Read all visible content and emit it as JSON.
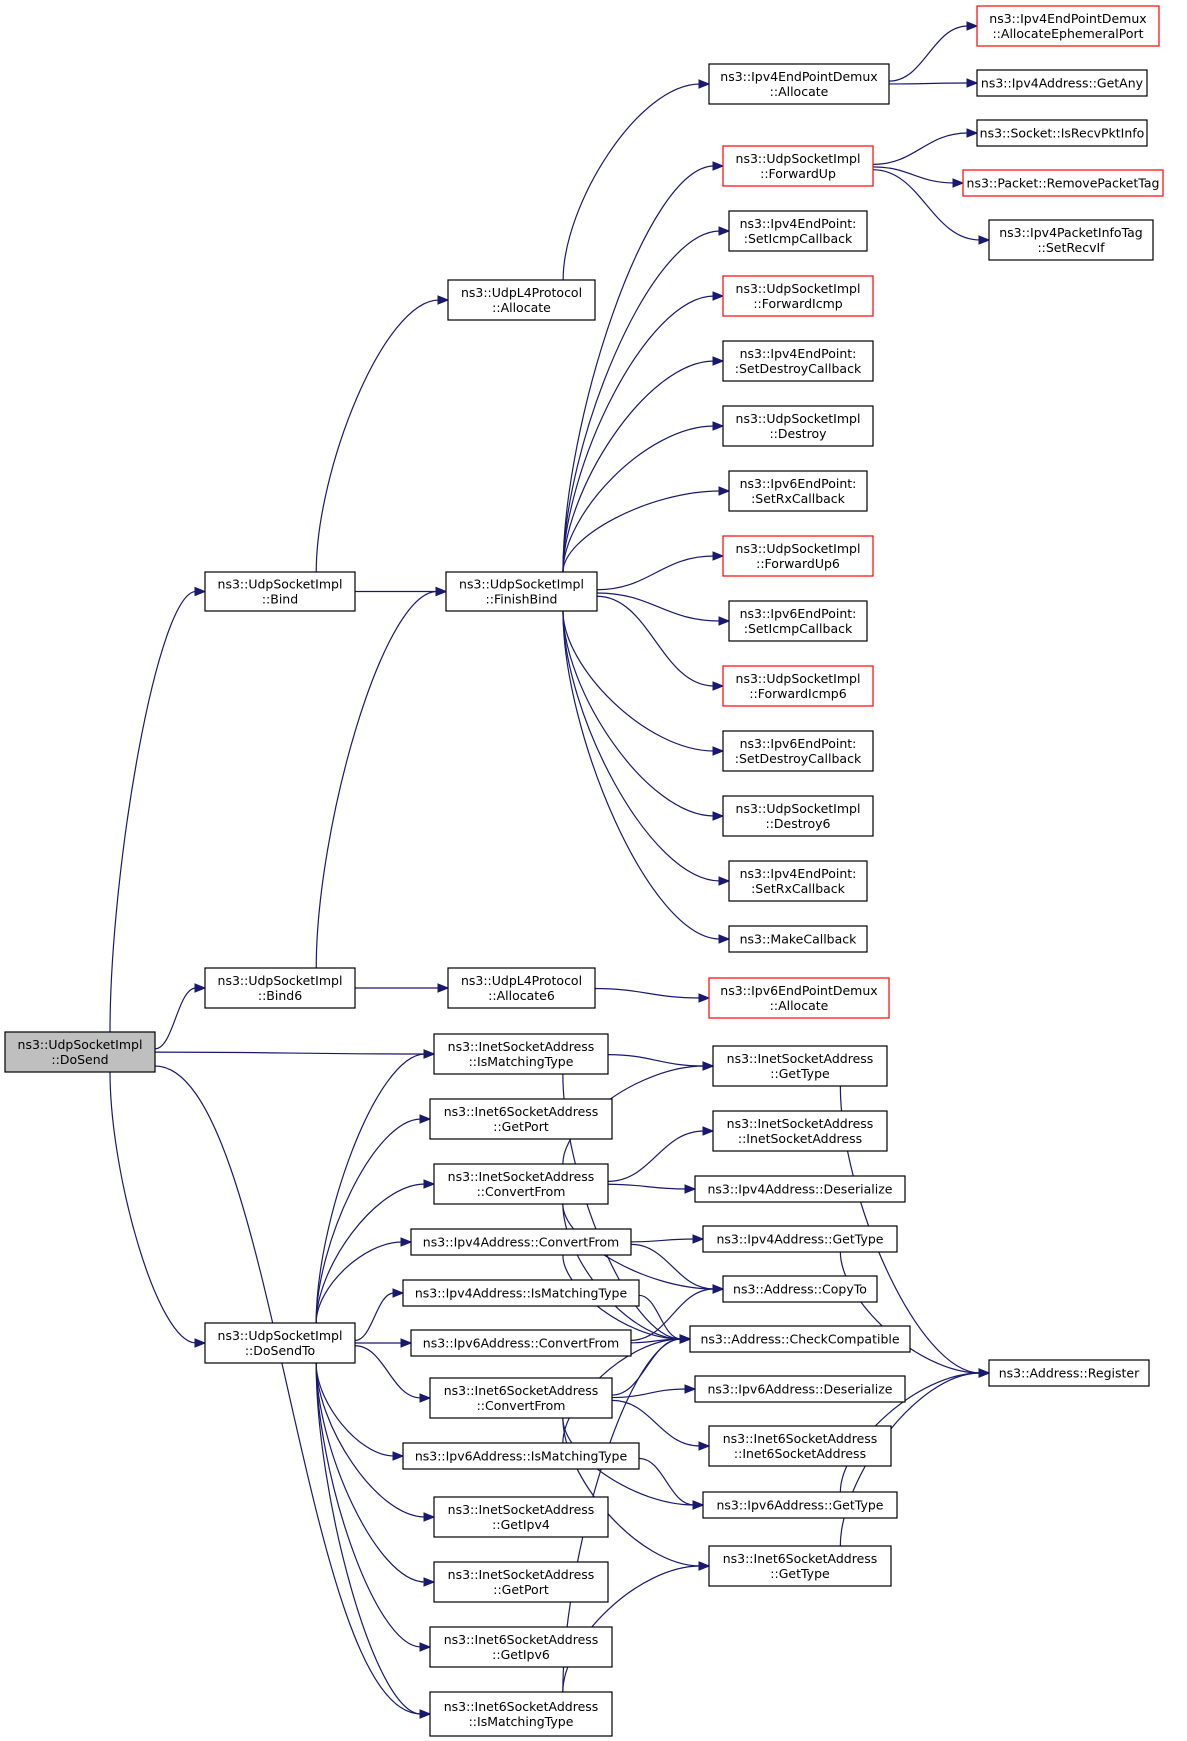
{
  "nodes": {
    "dosend": {
      "lines": [
        "ns3::UdpSocketImpl",
        "::DoSend"
      ],
      "style": "gray"
    },
    "bind": {
      "lines": [
        "ns3::UdpSocketImpl",
        "::Bind"
      ],
      "style": "normal"
    },
    "bind6": {
      "lines": [
        "ns3::UdpSocketImpl",
        "::Bind6"
      ],
      "style": "normal"
    },
    "dosendto": {
      "lines": [
        "ns3::UdpSocketImpl",
        "::DoSendTo"
      ],
      "style": "normal"
    },
    "udpl4_alloc": {
      "lines": [
        "ns3::UdpL4Protocol",
        "::Allocate"
      ],
      "style": "normal"
    },
    "finishbind": {
      "lines": [
        "ns3::UdpSocketImpl",
        "::FinishBind"
      ],
      "style": "normal"
    },
    "udpl4_alloc6": {
      "lines": [
        "ns3::UdpL4Protocol",
        "::Allocate6"
      ],
      "style": "normal"
    },
    "inet_ismatch": {
      "lines": [
        "ns3::InetSocketAddress",
        "::IsMatchingType"
      ],
      "style": "normal"
    },
    "inet6_getport": {
      "lines": [
        "ns3::Inet6SocketAddress",
        "::GetPort"
      ],
      "style": "normal"
    },
    "inet_convert": {
      "lines": [
        "ns3::InetSocketAddress",
        "::ConvertFrom"
      ],
      "style": "normal"
    },
    "ipv4_convert": {
      "lines": [
        "ns3::Ipv4Address::ConvertFrom"
      ],
      "style": "normal"
    },
    "ipv4_ismatch": {
      "lines": [
        "ns3::Ipv4Address::IsMatchingType"
      ],
      "style": "normal"
    },
    "ipv6_convert": {
      "lines": [
        "ns3::Ipv6Address::ConvertFrom"
      ],
      "style": "normal"
    },
    "inet6_convert": {
      "lines": [
        "ns3::Inet6SocketAddress",
        "::ConvertFrom"
      ],
      "style": "normal"
    },
    "ipv6_ismatch": {
      "lines": [
        "ns3::Ipv6Address::IsMatchingType"
      ],
      "style": "normal"
    },
    "inet_getipv4": {
      "lines": [
        "ns3::InetSocketAddress",
        "::GetIpv4"
      ],
      "style": "normal"
    },
    "inet_getport": {
      "lines": [
        "ns3::InetSocketAddress",
        "::GetPort"
      ],
      "style": "normal"
    },
    "inet6_getipv6": {
      "lines": [
        "ns3::Inet6SocketAddress",
        "::GetIpv6"
      ],
      "style": "normal"
    },
    "inet6_ismatch": {
      "lines": [
        "ns3::Inet6SocketAddress",
        "::IsMatchingType"
      ],
      "style": "normal"
    },
    "ipv4epd_alloc": {
      "lines": [
        "ns3::Ipv4EndPointDemux",
        "::Allocate"
      ],
      "style": "normal"
    },
    "forwardup": {
      "lines": [
        "ns3::UdpSocketImpl",
        "::ForwardUp"
      ],
      "style": "red"
    },
    "ipv4ep_seticmp": {
      "lines": [
        "ns3::Ipv4EndPoint:",
        ":SetIcmpCallback"
      ],
      "style": "normal"
    },
    "forwardicmp": {
      "lines": [
        "ns3::UdpSocketImpl",
        "::ForwardIcmp"
      ],
      "style": "red"
    },
    "ipv4ep_setdestroy": {
      "lines": [
        "ns3::Ipv4EndPoint:",
        ":SetDestroyCallback"
      ],
      "style": "normal"
    },
    "destroy": {
      "lines": [
        "ns3::UdpSocketImpl",
        "::Destroy"
      ],
      "style": "normal"
    },
    "ipv6ep_setrx": {
      "lines": [
        "ns3::Ipv6EndPoint:",
        ":SetRxCallback"
      ],
      "style": "normal"
    },
    "forwardup6": {
      "lines": [
        "ns3::UdpSocketImpl",
        "::ForwardUp6"
      ],
      "style": "red"
    },
    "ipv6ep_seticmp": {
      "lines": [
        "ns3::Ipv6EndPoint:",
        ":SetIcmpCallback"
      ],
      "style": "normal"
    },
    "forwardicmp6": {
      "lines": [
        "ns3::UdpSocketImpl",
        "::ForwardIcmp6"
      ],
      "style": "red"
    },
    "ipv6ep_setdestroy": {
      "lines": [
        "ns3::Ipv6EndPoint:",
        ":SetDestroyCallback"
      ],
      "style": "normal"
    },
    "destroy6": {
      "lines": [
        "ns3::UdpSocketImpl",
        "::Destroy6"
      ],
      "style": "normal"
    },
    "ipv4ep_setrx": {
      "lines": [
        "ns3::Ipv4EndPoint:",
        ":SetRxCallback"
      ],
      "style": "normal"
    },
    "makecallback": {
      "lines": [
        "ns3::MakeCallback"
      ],
      "style": "normal"
    },
    "ipv6epd_alloc": {
      "lines": [
        "ns3::Ipv6EndPointDemux",
        "::Allocate"
      ],
      "style": "red"
    },
    "inet_gettype": {
      "lines": [
        "ns3::InetSocketAddress",
        "::GetType"
      ],
      "style": "normal"
    },
    "inet_ctor": {
      "lines": [
        "ns3::InetSocketAddress",
        "::InetSocketAddress"
      ],
      "style": "normal"
    },
    "ipv4_deser": {
      "lines": [
        "ns3::Ipv4Address::Deserialize"
      ],
      "style": "normal"
    },
    "ipv4_gettype": {
      "lines": [
        "ns3::Ipv4Address::GetType"
      ],
      "style": "normal"
    },
    "addr_copyto": {
      "lines": [
        "ns3::Address::CopyTo"
      ],
      "style": "normal"
    },
    "addr_check": {
      "lines": [
        "ns3::Address::CheckCompatible"
      ],
      "style": "normal"
    },
    "ipv6_deser": {
      "lines": [
        "ns3::Ipv6Address::Deserialize"
      ],
      "style": "normal"
    },
    "inet6_ctor": {
      "lines": [
        "ns3::Inet6SocketAddress",
        "::Inet6SocketAddress"
      ],
      "style": "normal"
    },
    "ipv6_gettype": {
      "lines": [
        "ns3::Ipv6Address::GetType"
      ],
      "style": "normal"
    },
    "inet6_gettype": {
      "lines": [
        "ns3::Inet6SocketAddress",
        "::GetType"
      ],
      "style": "normal"
    },
    "ipv4epd_ephem": {
      "lines": [
        "ns3::Ipv4EndPointDemux",
        "::AllocateEphemeralPort"
      ],
      "style": "red"
    },
    "ipv4_getany": {
      "lines": [
        "ns3::Ipv4Address::GetAny"
      ],
      "style": "normal"
    },
    "sock_isrecv": {
      "lines": [
        "ns3::Socket::IsRecvPktInfo"
      ],
      "style": "normal"
    },
    "pkt_removetag": {
      "lines": [
        "ns3::Packet::RemovePacketTag"
      ],
      "style": "red"
    },
    "pktinfo_setrecvif": {
      "lines": [
        "ns3::Ipv4PacketInfoTag",
        "::SetRecvIf"
      ],
      "style": "normal"
    },
    "addr_register": {
      "lines": [
        "ns3::Address::Register"
      ],
      "style": "normal"
    }
  },
  "edges": [
    [
      "dosend",
      "bind"
    ],
    [
      "dosend",
      "bind6"
    ],
    [
      "dosend",
      "inet_ismatch"
    ],
    [
      "dosend",
      "dosendto"
    ],
    [
      "dosend",
      "inet6_ismatch"
    ],
    [
      "bind",
      "udpl4_alloc"
    ],
    [
      "bind",
      "finishbind"
    ],
    [
      "bind6",
      "finishbind"
    ],
    [
      "bind6",
      "udpl4_alloc6"
    ],
    [
      "udpl4_alloc",
      "ipv4epd_alloc"
    ],
    [
      "ipv4epd_alloc",
      "ipv4epd_ephem"
    ],
    [
      "ipv4epd_alloc",
      "ipv4_getany"
    ],
    [
      "finishbind",
      "forwardup"
    ],
    [
      "finishbind",
      "ipv4ep_seticmp"
    ],
    [
      "finishbind",
      "forwardicmp"
    ],
    [
      "finishbind",
      "ipv4ep_setdestroy"
    ],
    [
      "finishbind",
      "destroy"
    ],
    [
      "finishbind",
      "ipv6ep_setrx"
    ],
    [
      "finishbind",
      "forwardup6"
    ],
    [
      "finishbind",
      "ipv6ep_seticmp"
    ],
    [
      "finishbind",
      "forwardicmp6"
    ],
    [
      "finishbind",
      "ipv6ep_setdestroy"
    ],
    [
      "finishbind",
      "destroy6"
    ],
    [
      "finishbind",
      "ipv4ep_setrx"
    ],
    [
      "finishbind",
      "makecallback"
    ],
    [
      "forwardup",
      "sock_isrecv"
    ],
    [
      "forwardup",
      "pkt_removetag"
    ],
    [
      "forwardup",
      "pktinfo_setrecvif"
    ],
    [
      "udpl4_alloc6",
      "ipv6epd_alloc"
    ],
    [
      "dosendto",
      "inet_ismatch"
    ],
    [
      "dosendto",
      "inet6_getport"
    ],
    [
      "dosendto",
      "inet_convert"
    ],
    [
      "dosendto",
      "ipv4_convert"
    ],
    [
      "dosendto",
      "ipv4_ismatch"
    ],
    [
      "dosendto",
      "ipv6_convert"
    ],
    [
      "dosendto",
      "inet6_convert"
    ],
    [
      "dosendto",
      "ipv6_ismatch"
    ],
    [
      "dosendto",
      "inet_getipv4"
    ],
    [
      "dosendto",
      "inet_getport"
    ],
    [
      "dosendto",
      "inet6_getipv6"
    ],
    [
      "dosendto",
      "inet6_ismatch"
    ],
    [
      "inet_ismatch",
      "inet_gettype"
    ],
    [
      "inet_ismatch",
      "addr_check"
    ],
    [
      "inet_convert",
      "inet_gettype"
    ],
    [
      "inet_convert",
      "inet_ctor"
    ],
    [
      "inet_convert",
      "ipv4_deser"
    ],
    [
      "inet_convert",
      "addr_check"
    ],
    [
      "inet_convert",
      "addr_copyto"
    ],
    [
      "ipv4_convert",
      "ipv4_gettype"
    ],
    [
      "ipv4_convert",
      "addr_copyto"
    ],
    [
      "ipv4_convert",
      "addr_check"
    ],
    [
      "ipv4_ismatch",
      "addr_check"
    ],
    [
      "ipv6_convert",
      "addr_check"
    ],
    [
      "ipv6_convert",
      "addr_copyto"
    ],
    [
      "inet6_convert",
      "addr_check"
    ],
    [
      "inet6_convert",
      "ipv6_deser"
    ],
    [
      "inet6_convert",
      "inet6_ctor"
    ],
    [
      "inet6_convert",
      "ipv6_gettype"
    ],
    [
      "inet6_convert",
      "inet6_gettype"
    ],
    [
      "ipv6_ismatch",
      "ipv6_gettype"
    ],
    [
      "ipv6_ismatch",
      "addr_check"
    ],
    [
      "inet6_ismatch",
      "inet6_gettype"
    ],
    [
      "inet6_ismatch",
      "addr_check"
    ],
    [
      "inet_gettype",
      "addr_register"
    ],
    [
      "ipv4_gettype",
      "addr_register"
    ],
    [
      "ipv6_gettype",
      "addr_register"
    ],
    [
      "inet6_gettype",
      "addr_register"
    ]
  ]
}
